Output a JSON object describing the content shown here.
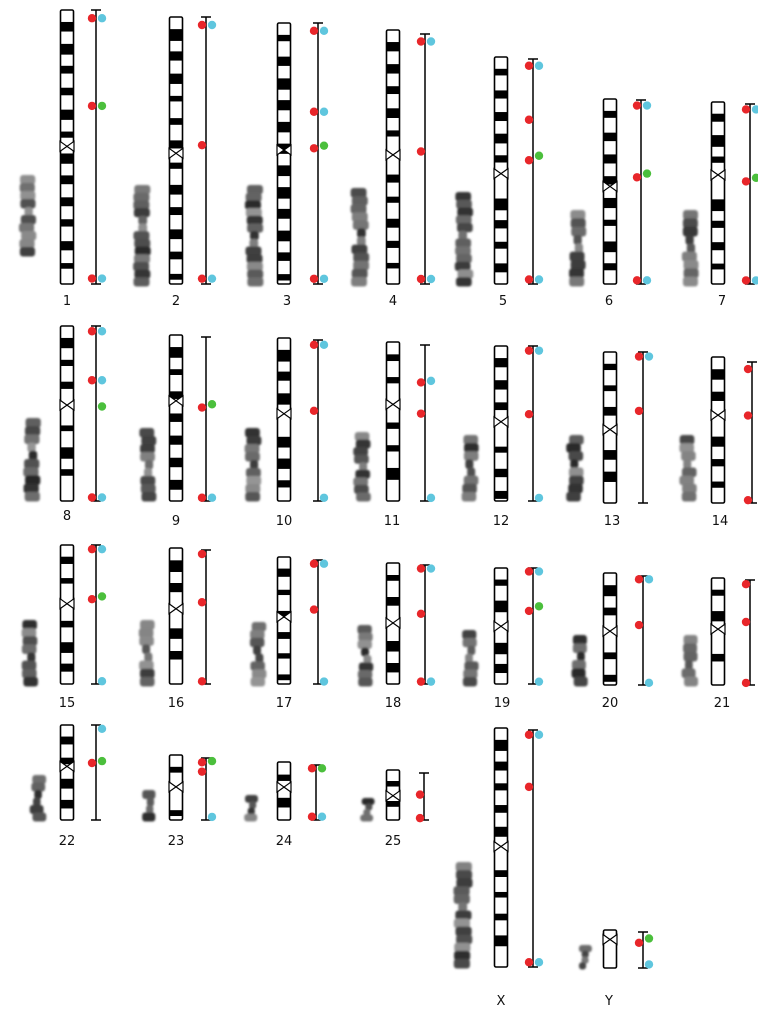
{
  "marker_colors": {
    "red": "#e8262a",
    "green": "#4bbf3c",
    "cyan": "#5fc6de"
  },
  "chromosomes": [
    {
      "label": "1",
      "markers": [
        {
          "c": "red",
          "pos": 0.03
        },
        {
          "c": "cyan",
          "pos": 0.03
        },
        {
          "c": "red",
          "pos": 0.35
        },
        {
          "c": "green",
          "pos": 0.35
        },
        {
          "c": "red",
          "pos": 0.98
        },
        {
          "c": "cyan",
          "pos": 0.98
        }
      ]
    },
    {
      "label": "2",
      "markers": [
        {
          "c": "red",
          "pos": 0.03
        },
        {
          "c": "cyan",
          "pos": 0.03
        },
        {
          "c": "red",
          "pos": 0.48
        },
        {
          "c": "red",
          "pos": 0.98
        },
        {
          "c": "cyan",
          "pos": 0.98
        }
      ]
    },
    {
      "label": "3",
      "markers": [
        {
          "c": "red",
          "pos": 0.03
        },
        {
          "c": "cyan",
          "pos": 0.03
        },
        {
          "c": "red",
          "pos": 0.34
        },
        {
          "c": "cyan",
          "pos": 0.34
        },
        {
          "c": "red",
          "pos": 0.48
        },
        {
          "c": "green",
          "pos": 0.47
        },
        {
          "c": "red",
          "pos": 0.98
        },
        {
          "c": "cyan",
          "pos": 0.98
        }
      ]
    },
    {
      "label": "4",
      "markers": [
        {
          "c": "red",
          "pos": 0.03
        },
        {
          "c": "cyan",
          "pos": 0.03
        },
        {
          "c": "red",
          "pos": 0.47
        },
        {
          "c": "red",
          "pos": 0.98
        },
        {
          "c": "cyan",
          "pos": 0.98
        }
      ]
    },
    {
      "label": "5",
      "markers": [
        {
          "c": "red",
          "pos": 0.03
        },
        {
          "c": "cyan",
          "pos": 0.03
        },
        {
          "c": "red",
          "pos": 0.27
        },
        {
          "c": "red",
          "pos": 0.45
        },
        {
          "c": "green",
          "pos": 0.43
        },
        {
          "c": "red",
          "pos": 0.98
        },
        {
          "c": "cyan",
          "pos": 0.98
        }
      ]
    },
    {
      "label": "6",
      "markers": [
        {
          "c": "red",
          "pos": 0.03
        },
        {
          "c": "cyan",
          "pos": 0.03
        },
        {
          "c": "red",
          "pos": 0.42
        },
        {
          "c": "green",
          "pos": 0.4
        },
        {
          "c": "red",
          "pos": 0.98
        },
        {
          "c": "cyan",
          "pos": 0.98
        }
      ]
    },
    {
      "label": "7",
      "markers": [
        {
          "c": "red",
          "pos": 0.03
        },
        {
          "c": "cyan",
          "pos": 0.03
        },
        {
          "c": "red",
          "pos": 0.43
        },
        {
          "c": "green",
          "pos": 0.41
        },
        {
          "c": "red",
          "pos": 0.98
        },
        {
          "c": "cyan",
          "pos": 0.98
        }
      ]
    },
    {
      "label": "8",
      "markers": [
        {
          "c": "red",
          "pos": 0.03
        },
        {
          "c": "cyan",
          "pos": 0.03
        },
        {
          "c": "red",
          "pos": 0.31
        },
        {
          "c": "cyan",
          "pos": 0.31
        },
        {
          "c": "green",
          "pos": 0.46
        },
        {
          "c": "red",
          "pos": 0.98
        },
        {
          "c": "cyan",
          "pos": 0.98
        }
      ]
    },
    {
      "label": "9",
      "markers": [
        {
          "c": "red",
          "pos": 0.43
        },
        {
          "c": "green",
          "pos": 0.41
        },
        {
          "c": "red",
          "pos": 0.98
        },
        {
          "c": "cyan",
          "pos": 0.98
        }
      ]
    },
    {
      "label": "10",
      "markers": [
        {
          "c": "red",
          "pos": 0.03
        },
        {
          "c": "cyan",
          "pos": 0.03
        },
        {
          "c": "red",
          "pos": 0.44
        },
        {
          "c": "cyan",
          "pos": 0.98
        }
      ]
    },
    {
      "label": "11",
      "markers": [
        {
          "c": "red",
          "pos": 0.24
        },
        {
          "c": "cyan",
          "pos": 0.23
        },
        {
          "c": "red",
          "pos": 0.44
        },
        {
          "c": "cyan",
          "pos": 0.98
        }
      ]
    },
    {
      "label": "12",
      "markers": [
        {
          "c": "red",
          "pos": 0.03
        },
        {
          "c": "cyan",
          "pos": 0.03
        },
        {
          "c": "red",
          "pos": 0.44
        },
        {
          "c": "cyan",
          "pos": 0.98
        }
      ]
    },
    {
      "label": "13",
      "markers": [
        {
          "c": "red",
          "pos": 0.03
        },
        {
          "c": "cyan",
          "pos": 0.03
        },
        {
          "c": "red",
          "pos": 0.39
        }
      ]
    },
    {
      "label": "14",
      "markers": [
        {
          "c": "red",
          "pos": 0.05
        },
        {
          "c": "red",
          "pos": 0.38
        },
        {
          "c": "red",
          "pos": 0.98
        }
      ]
    },
    {
      "label": "15",
      "markers": [
        {
          "c": "red",
          "pos": 0.03
        },
        {
          "c": "cyan",
          "pos": 0.03
        },
        {
          "c": "red",
          "pos": 0.39
        },
        {
          "c": "green",
          "pos": 0.37
        },
        {
          "c": "cyan",
          "pos": 0.98
        }
      ]
    },
    {
      "label": "16",
      "markers": [
        {
          "c": "red",
          "pos": 0.03
        },
        {
          "c": "red",
          "pos": 0.39
        },
        {
          "c": "red",
          "pos": 0.98
        }
      ]
    },
    {
      "label": "17",
      "markers": [
        {
          "c": "red",
          "pos": 0.03
        },
        {
          "c": "cyan",
          "pos": 0.03
        },
        {
          "c": "red",
          "pos": 0.4
        },
        {
          "c": "cyan",
          "pos": 0.98
        }
      ]
    },
    {
      "label": "18",
      "markers": [
        {
          "c": "red",
          "pos": 0.03
        },
        {
          "c": "cyan",
          "pos": 0.03
        },
        {
          "c": "red",
          "pos": 0.41
        },
        {
          "c": "red",
          "pos": 0.98
        },
        {
          "c": "cyan",
          "pos": 0.98
        }
      ]
    },
    {
      "label": "19",
      "markers": [
        {
          "c": "red",
          "pos": 0.03
        },
        {
          "c": "cyan",
          "pos": 0.03
        },
        {
          "c": "red",
          "pos": 0.37
        },
        {
          "c": "green",
          "pos": 0.33
        },
        {
          "c": "cyan",
          "pos": 0.98
        }
      ]
    },
    {
      "label": "20",
      "markers": [
        {
          "c": "red",
          "pos": 0.03
        },
        {
          "c": "cyan",
          "pos": 0.03
        },
        {
          "c": "red",
          "pos": 0.45
        },
        {
          "c": "cyan",
          "pos": 0.98
        }
      ]
    },
    {
      "label": "21",
      "markers": [
        {
          "c": "red",
          "pos": 0.04
        },
        {
          "c": "red",
          "pos": 0.4
        },
        {
          "c": "red",
          "pos": 0.98
        }
      ]
    },
    {
      "label": "22",
      "markers": [
        {
          "c": "cyan",
          "pos": 0.04
        },
        {
          "c": "red",
          "pos": 0.4
        },
        {
          "c": "green",
          "pos": 0.38
        }
      ]
    },
    {
      "label": "23",
      "markers": [
        {
          "c": "red",
          "pos": 0.07
        },
        {
          "c": "green",
          "pos": 0.05
        },
        {
          "c": "red",
          "pos": 0.22
        },
        {
          "c": "cyan",
          "pos": 0.95
        }
      ]
    },
    {
      "label": "24",
      "markers": [
        {
          "c": "red",
          "pos": 0.06
        },
        {
          "c": "green",
          "pos": 0.06
        },
        {
          "c": "red",
          "pos": 0.94
        },
        {
          "c": "cyan",
          "pos": 0.94
        }
      ]
    },
    {
      "label": "25",
      "markers": [
        {
          "c": "red",
          "pos": 0.46
        },
        {
          "c": "red",
          "pos": 0.96
        }
      ]
    },
    {
      "label": "X",
      "markers": [
        {
          "c": "red",
          "pos": 0.02
        },
        {
          "c": "cyan",
          "pos": 0.02
        },
        {
          "c": "red",
          "pos": 0.24
        },
        {
          "c": "red",
          "pos": 0.98
        },
        {
          "c": "cyan",
          "pos": 0.98
        }
      ]
    },
    {
      "label": "Y",
      "markers": [
        {
          "c": "red",
          "pos": 0.3
        },
        {
          "c": "green",
          "pos": 0.18
        },
        {
          "c": "cyan",
          "pos": 0.9
        }
      ]
    }
  ]
}
